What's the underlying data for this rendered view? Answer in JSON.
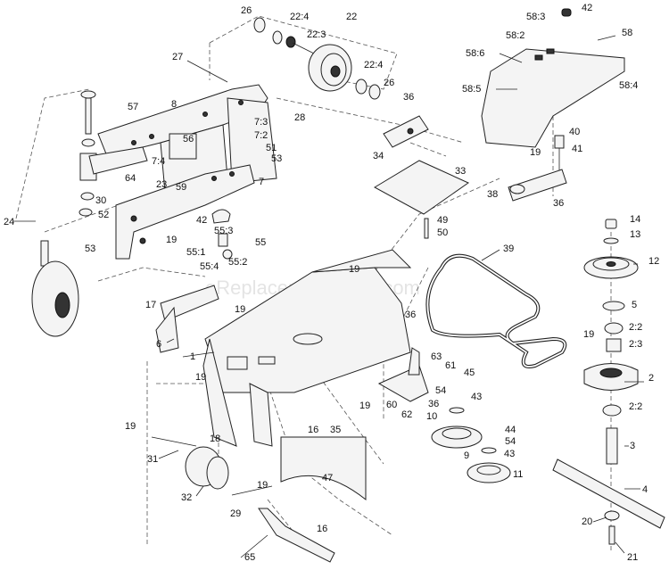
{
  "watermark": "eReplacementParts.com",
  "callouts": {
    "c26a": "26",
    "c22_4a": "22:4",
    "c22": "22",
    "c22_3": "22:3",
    "c22_4b": "22:4",
    "c26b": "26",
    "c27": "27",
    "c57": "57",
    "c8": "8",
    "c28": "28",
    "c7_3": "7:3",
    "c7_2": "7:2",
    "c56": "56",
    "c51": "51",
    "c53a": "53",
    "c7_4": "7:4",
    "c64": "64",
    "c59": "59",
    "c7": "7",
    "c23": "23",
    "c30": "30",
    "c52": "52",
    "c24": "24",
    "c42a": "42",
    "c19a": "19",
    "c55_3": "55:3",
    "c55": "55",
    "c55_1": "55:1",
    "c55_2": "55:2",
    "c55_4": "55:4",
    "c53b": "53",
    "c36a": "36",
    "c34": "34",
    "c33": "33",
    "c49": "49",
    "c50": "50",
    "c42b": "42",
    "c58_3": "58:3",
    "c58_2": "58:2",
    "c58": "58",
    "c58_6": "58:6",
    "c58_5": "58:5",
    "c58_4": "58:4",
    "c40": "40",
    "c19b": "19",
    "c41": "41",
    "c38": "38",
    "c36b": "36",
    "c39": "39",
    "c14": "14",
    "c13": "13",
    "c12": "12",
    "c5": "5",
    "c19c": "19",
    "c2_2a": "2:2",
    "c2_3": "2:3",
    "c2": "2",
    "c2_2b": "2:2",
    "c3": "3",
    "c4": "4",
    "c20": "20",
    "c21": "21",
    "c19d": "19",
    "c17": "17",
    "c19e": "19",
    "c36c": "36",
    "c6": "6",
    "c1": "1",
    "c63": "63",
    "c61": "61",
    "c45": "45",
    "c54a": "54",
    "c43a": "43",
    "c19f": "19",
    "c36d": "36",
    "c60": "60",
    "c62": "62",
    "c10": "10",
    "c44": "44",
    "c54b": "54",
    "c43b": "43",
    "c9": "9",
    "c11": "11",
    "c19g": "19",
    "c18": "18",
    "c16a": "16",
    "c35": "35",
    "c47": "47",
    "c19h": "19",
    "c31": "31",
    "c32": "32",
    "c19i": "19",
    "c29": "29",
    "c16b": "16",
    "c65": "65"
  }
}
